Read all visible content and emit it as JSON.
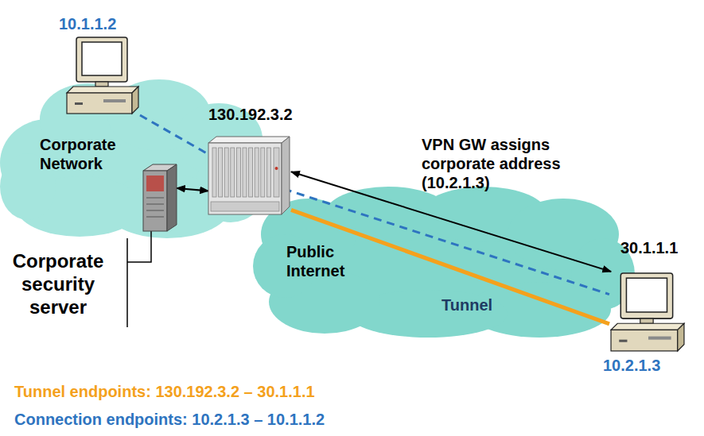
{
  "diagram": {
    "nodes": [
      {
        "text": [
          "Corporate Network"
        ]
      },
      {
        "text": [
          "10.1.1.2"
        ],
        "in": 0
      },
      {
        "text": [
          "Corporate security server"
        ],
        "in": 0
      },
      {
        "text": [
          "130.192.3.2"
        ]
      },
      {
        "text": [
          "Public Internet"
        ]
      },
      {
        "text": [
          "30.1.1.1",
          "10.2.1.3"
        ]
      }
    ],
    "edges": [
      {
        "from": 1,
        "to": 5,
        "arrow": "none"
      },
      {
        "from": 2,
        "to": 3,
        "arrow": "both"
      },
      {
        "from": 3,
        "to": 5,
        "label": "VPN GW assigns corporate address (10.2.1.3)",
        "arrow": "both"
      },
      {
        "from": 3,
        "to": 5,
        "label": "Tunnel",
        "arrow": "none"
      }
    ],
    "labels": [
      "Tunnel endpoints: 130.192.3.2 – 30.1.1.1",
      "Connection endpoints: 10.2.1.3 – 10.1.1.2"
    ]
  }
}
